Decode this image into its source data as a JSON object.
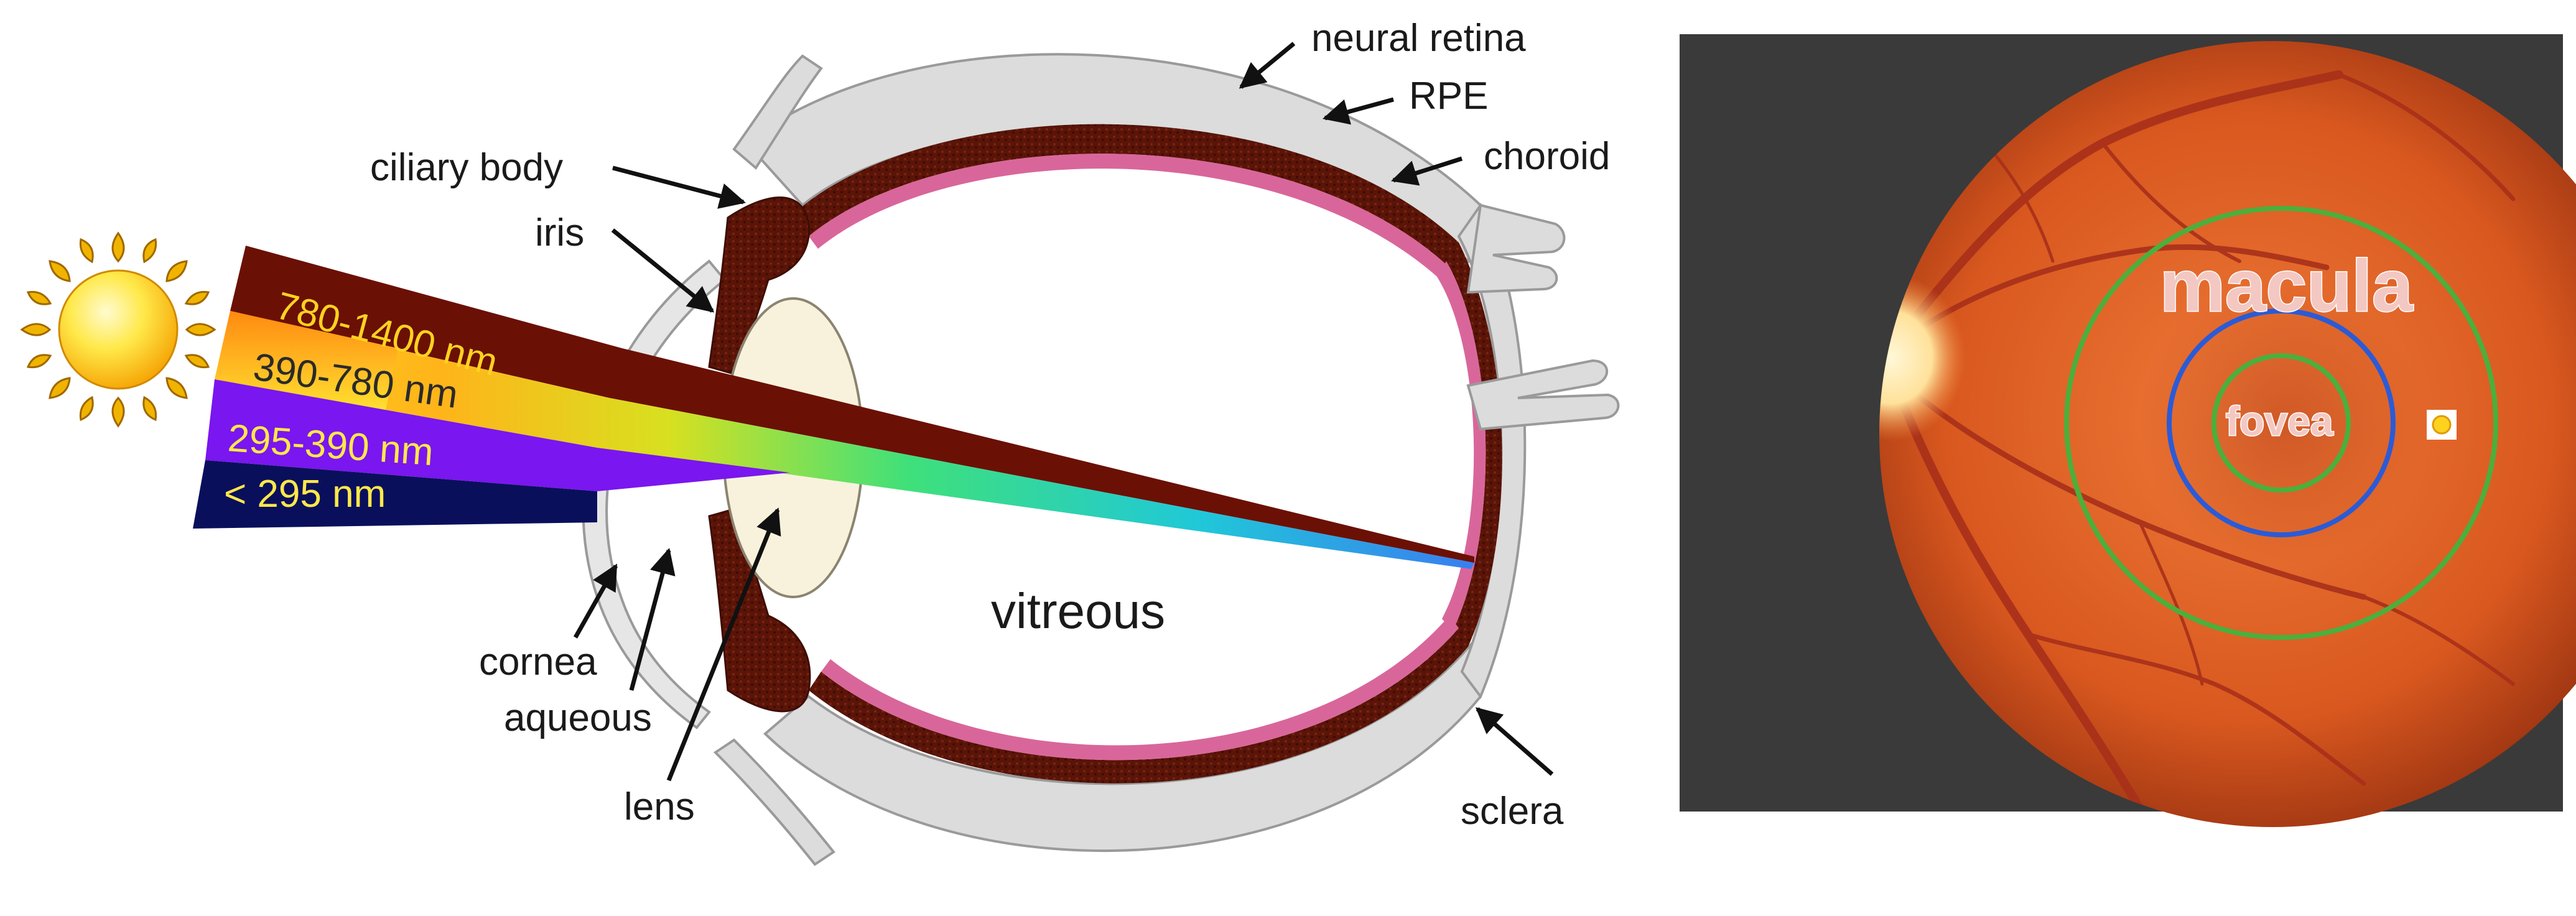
{
  "eye_diagram": {
    "wavelength_bands": [
      {
        "label": "780-1400 nm",
        "color": "#6b1005",
        "text_color": "#ffd21f"
      },
      {
        "label": "390-780 nm",
        "color": "#ffc21a",
        "text_color": "#2a2a2a"
      },
      {
        "label": "295-390 nm",
        "color": "#7a16ef",
        "text_color": "#ffe84a"
      },
      {
        "label": "< 295 nm",
        "color": "#0a0f5c",
        "text_color": "#ffe84a"
      }
    ],
    "structure_labels": {
      "neural_retina": "neural retina",
      "rpe": "RPE",
      "choroid": "choroid",
      "ciliary_body": "ciliary body",
      "iris": "iris",
      "cornea": "cornea",
      "aqueous": "aqueous",
      "lens": "lens",
      "vitreous": "vitreous",
      "sclera": "sclera"
    },
    "icons": {
      "sun": "sun-icon"
    }
  },
  "fundus_photo": {
    "macula_label": "macula",
    "fovea_label": "fovea",
    "colors": {
      "background": "#3a3a3a",
      "retina": "#e0642a",
      "optic_disc": "#fff2c0",
      "macula_ring": "#4caf3c",
      "fovea_outer_ring": "#2a5bd7",
      "fovea_inner_ring": "#4caf3c"
    },
    "icons": {
      "small_sun": "small-sun-icon"
    }
  }
}
